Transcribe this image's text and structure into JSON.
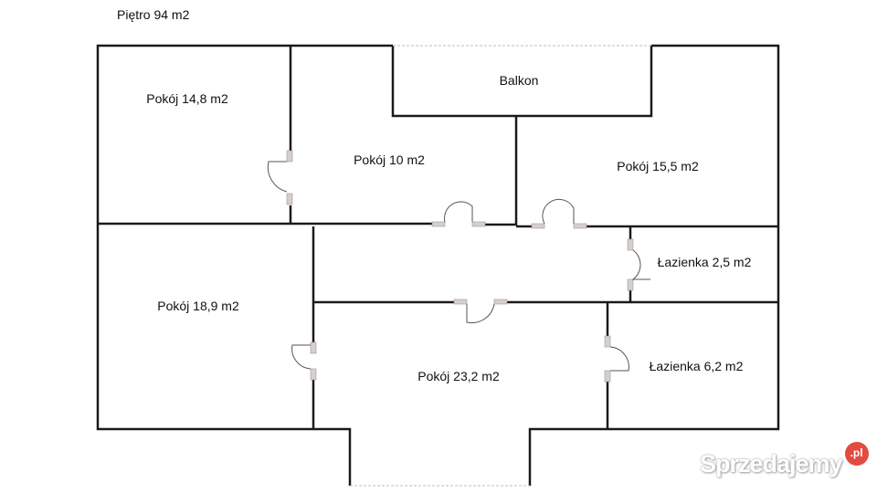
{
  "title": "Piętro 94 m2",
  "rooms": [
    {
      "label": "Pokój 14,8  m2"
    },
    {
      "label": "Pokój 10 m2"
    },
    {
      "label": "Balkon"
    },
    {
      "label": "Pokój 15,5 m2"
    },
    {
      "label": "Łazienka 2,5 m2"
    },
    {
      "label": "Pokój 18,9 m2"
    },
    {
      "label": "Pokój 23,2 m2"
    },
    {
      "label": "Łazienka 6,2 m2"
    }
  ],
  "watermark": {
    "text": "Sprzedajemy",
    "suffix": ".pl"
  }
}
